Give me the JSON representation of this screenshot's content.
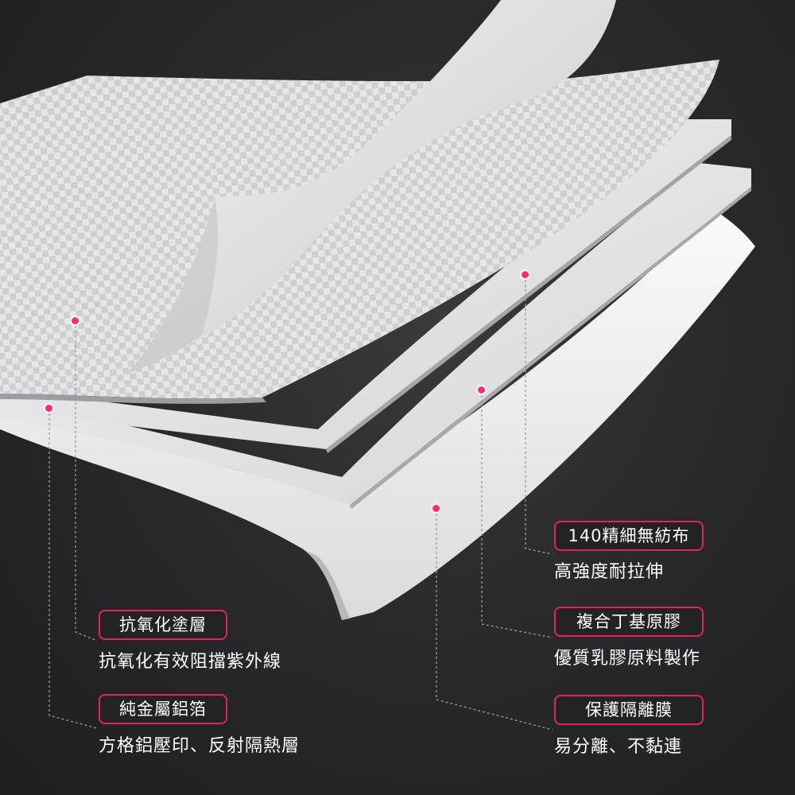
{
  "accent_color": "#e0245e",
  "callouts": [
    {
      "key": "nonwoven",
      "title": "140精細無紡布",
      "desc": "高強度耐拉伸"
    },
    {
      "key": "adhesive",
      "title": "複合丁基原膠",
      "desc": "優質乳膠原料製作"
    },
    {
      "key": "release",
      "title": "保護隔離膜",
      "desc": "易分離、不黏連"
    },
    {
      "key": "coating",
      "title": "抗氧化塗層",
      "desc": "抗氧化有效阻擋紫外線"
    },
    {
      "key": "foil",
      "title": "純金屬鋁箔",
      "desc": "方格鋁壓印、反射隔熱層"
    }
  ]
}
